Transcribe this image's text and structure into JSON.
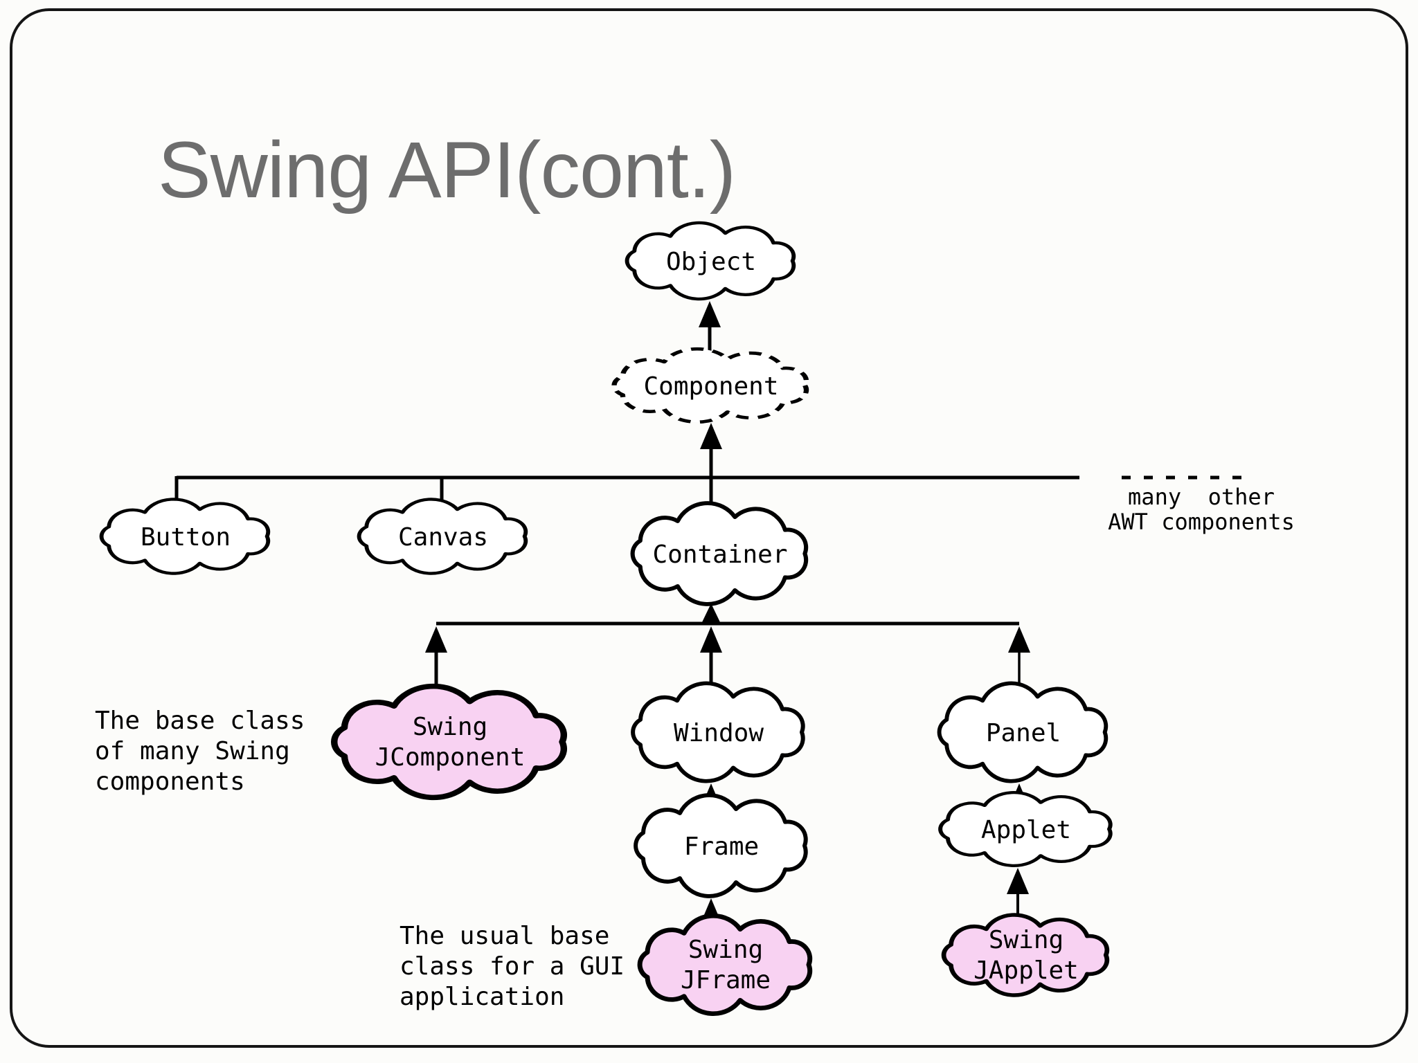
{
  "title": "Swing API(cont.)",
  "colors": {
    "background": "#fcfcfa",
    "title_color": "#6d6d6d",
    "node_stroke": "#000000",
    "swing_node_fill": "#f8d2f2",
    "awt_node_fill": "#ffffff"
  },
  "diagram": {
    "nodes": {
      "object": {
        "label": "Object"
      },
      "component": {
        "label": "Component"
      },
      "button": {
        "label": "Button"
      },
      "canvas": {
        "label": "Canvas"
      },
      "container": {
        "label": "Container"
      },
      "swing_jcomponent": {
        "label_line1": "Swing",
        "label_line2": "JComponent"
      },
      "window": {
        "label": "Window"
      },
      "panel": {
        "label": "Panel"
      },
      "frame": {
        "label": "Frame"
      },
      "applet": {
        "label": "Applet"
      },
      "swing_jframe": {
        "label_line1": "Swing",
        "label_line2": "JFrame"
      },
      "swing_japplet": {
        "label_line1": "Swing",
        "label_line2": "JApplet"
      }
    },
    "annotations": {
      "jcomponent_note": {
        "line1": "The base class",
        "line2": "of many Swing",
        "line3": "components"
      },
      "jframe_note": {
        "line1": "The usual base",
        "line2": "class for a GUI",
        "line3": "application"
      },
      "awt_note": {
        "line1": "many  other",
        "line2": "AWT components"
      }
    }
  }
}
